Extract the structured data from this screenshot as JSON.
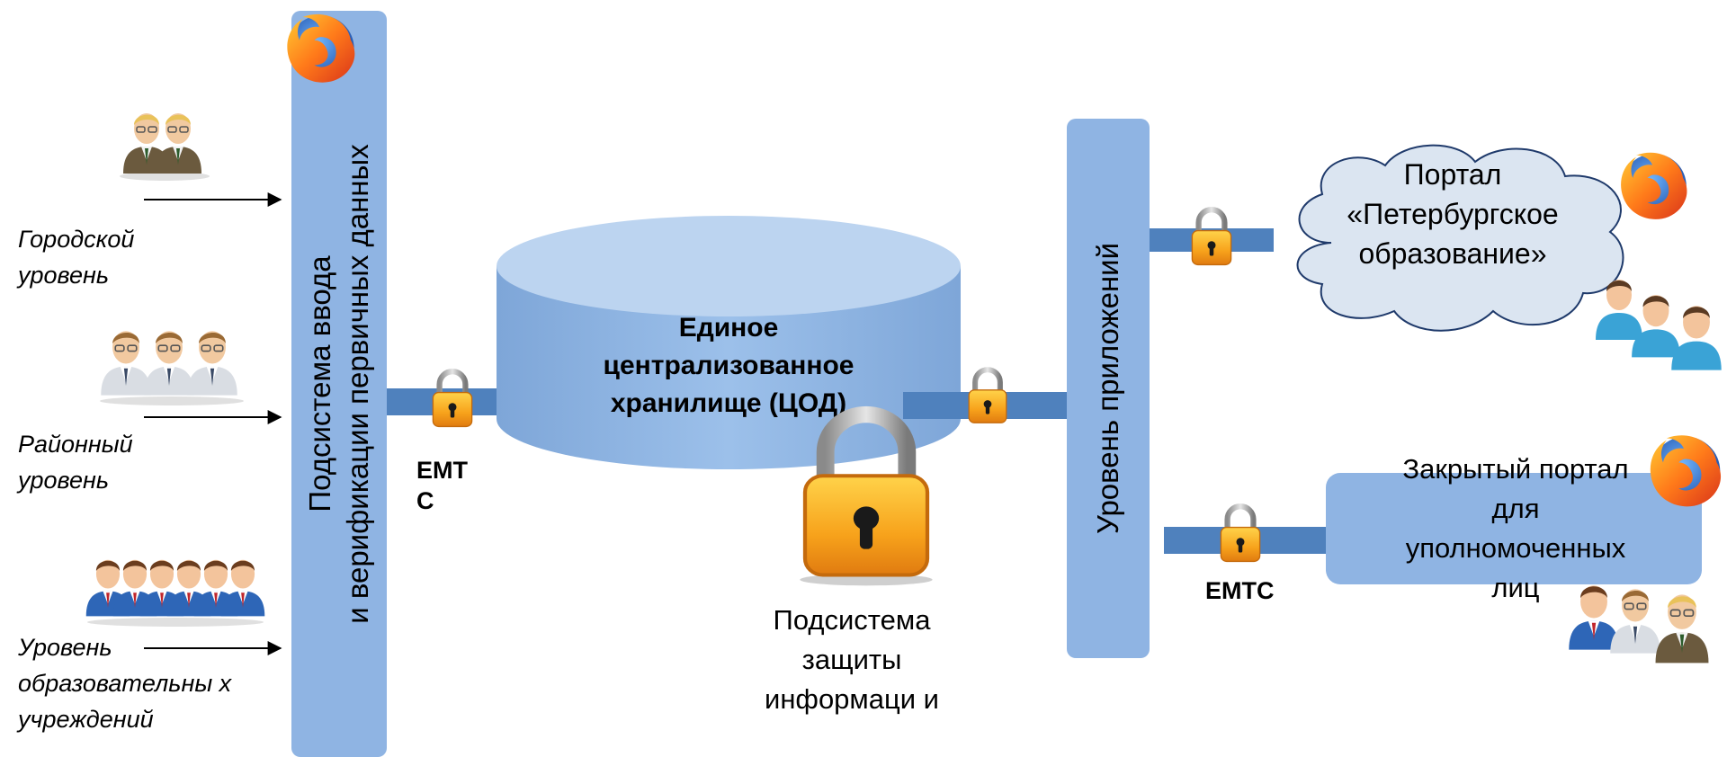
{
  "levels": {
    "city": "Городской уровень",
    "district": "Районный уровень",
    "institutions": "Уровень образовательны х учреждений"
  },
  "input_subsystem": {
    "line1": "Подсистема ввода",
    "line2": "и верификации первичных данных"
  },
  "emts_left": "EMT С",
  "storage": {
    "line1": "Единое",
    "line2": "централизованное",
    "line3": "хранилище (ЦОД)"
  },
  "protection": "Подсистема защиты информаци и",
  "app_level": "Уровень приложений",
  "portal": {
    "line1": "Портал",
    "line2": "«Петербургское",
    "line3": "образование»"
  },
  "closed_portal": {
    "line1": "Закрытый портал",
    "line2": "для",
    "line3": "уполномоченных",
    "line4": "лиц"
  },
  "emts_right": "EMTC",
  "icons": [
    "firefox-icon",
    "users-icon",
    "lock-icon",
    "cloud-icon",
    "arrow-icon"
  ],
  "colors": {
    "bar_fill": "#8fb4e3",
    "connector": "#4f81bd",
    "cylinder": "#8db3e2",
    "lock_body": "#f5a623",
    "cloud_fill": "#dbe5f1"
  }
}
